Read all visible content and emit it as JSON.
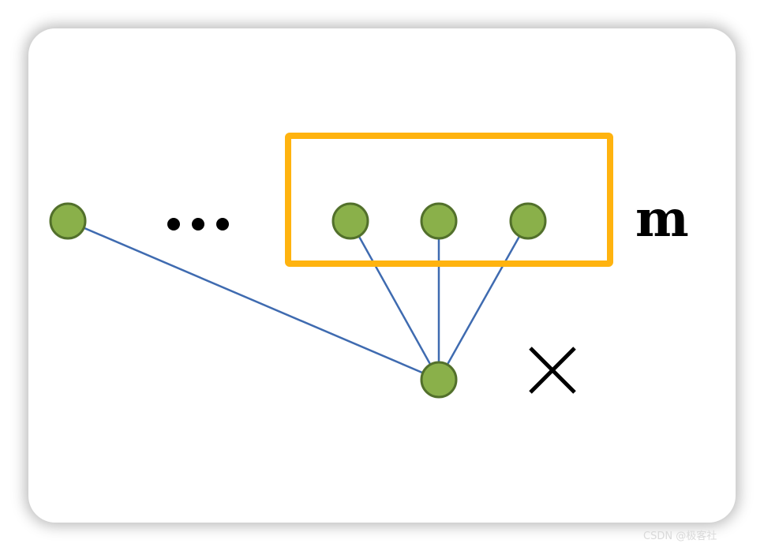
{
  "diagram": {
    "labels": {
      "ellipsis": "•••",
      "m": "m",
      "x": "X"
    },
    "colors": {
      "node_fill": "#8ab04a",
      "node_stroke": "#52702b",
      "edge": "#3f6bb0",
      "group_box": "#ffb30f"
    },
    "nodes": [
      {
        "id": "left"
      },
      {
        "id": "group-1"
      },
      {
        "id": "group-2"
      },
      {
        "id": "group-3"
      },
      {
        "id": "bottom"
      }
    ],
    "edges": [
      {
        "from": "left",
        "to": "bottom"
      },
      {
        "from": "group-1",
        "to": "bottom"
      },
      {
        "from": "group-2",
        "to": "bottom"
      },
      {
        "from": "group-3",
        "to": "bottom"
      }
    ]
  },
  "watermark": "CSDN @极客社"
}
